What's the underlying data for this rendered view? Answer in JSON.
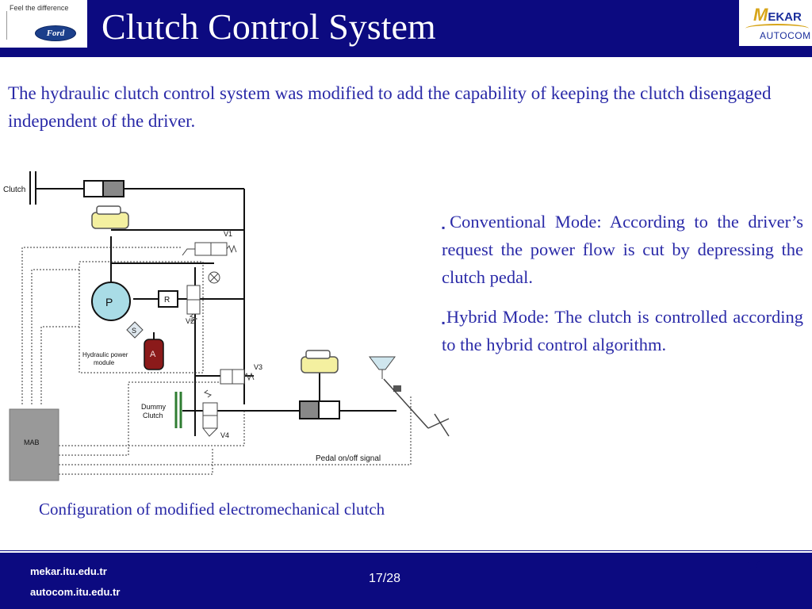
{
  "header": {
    "title": "Clutch Control System",
    "ford_tagline": "Feel the difference",
    "ford_logo": "Ford",
    "mekar_logo": "EKAR",
    "mekar_logo_initial": "M",
    "autocom_logo": "AUTOCOM"
  },
  "intro": "The hydraulic clutch control system was modified to add the capability of keeping the clutch disengaged independent of the driver.",
  "diagram": {
    "labels": {
      "clutch": "Clutch",
      "v1": "V1",
      "v2": "V2",
      "v3": "V3",
      "v4": "V4",
      "pump": "P",
      "regulator": "R",
      "sensor": "S",
      "accumulator": "A",
      "module_line1": "Hydraulic power",
      "module_line2": "module",
      "dummy_line1": "Dummy",
      "dummy_line2": "Clutch",
      "mab": "MAB",
      "pedal_signal": "Pedal on/off signal"
    }
  },
  "bullets": [
    "Conventional Mode: According to the driver’s request the power flow is cut by depressing the clutch pedal.",
    "Hybrid Mode: The clutch is controlled according to the hybrid control algorithm."
  ],
  "bullet_symbol": "▪",
  "caption": "Configuration of modified electromechanical clutch",
  "footer": {
    "link1": "mekar.itu.edu.tr",
    "link2": "autocom.itu.edu.tr",
    "page": "17/28",
    "slide_number": "17"
  },
  "colors": {
    "header_bg": "#0c0a80",
    "text_blue": "#2a2aa8",
    "accumulator": "#8b1a1a",
    "pump": "#a9dce6",
    "reservoir": "#f4f0a0",
    "dummy_clutch": "#2f7d32"
  }
}
